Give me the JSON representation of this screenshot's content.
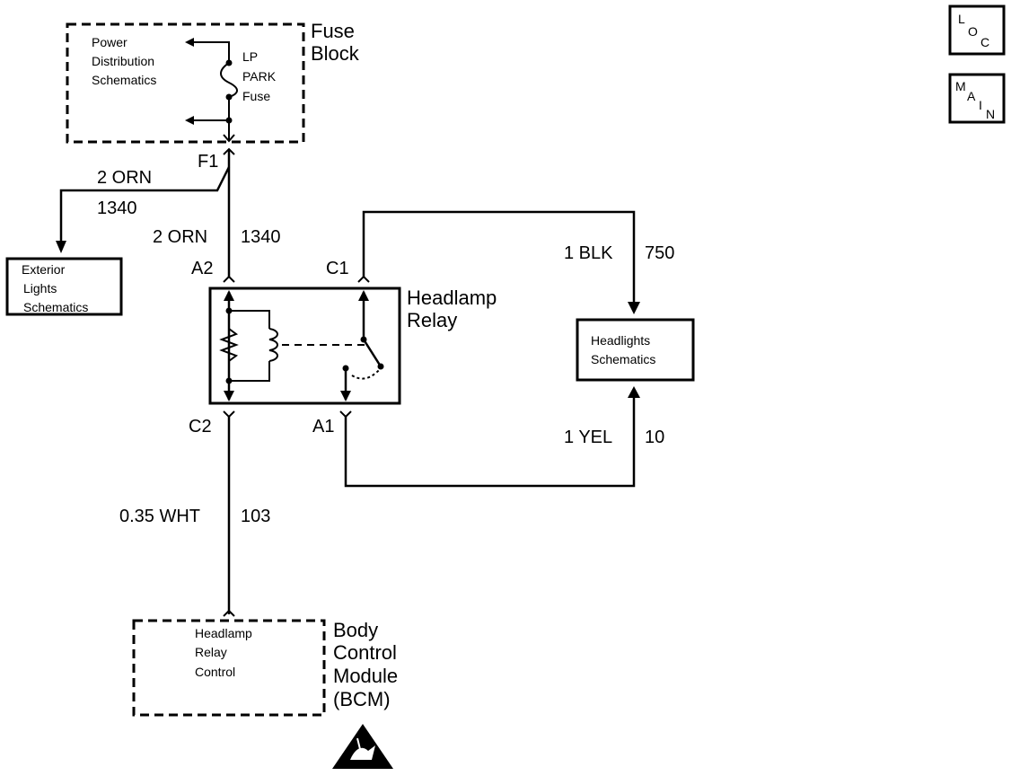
{
  "fuse_block": {
    "title_line1": "Fuse",
    "title_line2": "Block",
    "pds_line1": "Power",
    "pds_line2": "Distribution",
    "pds_line3": "Schematics",
    "fuse_line1": "LP",
    "fuse_line2": "PARK",
    "fuse_line3": "Fuse"
  },
  "connectors": {
    "f1": "F1",
    "a2": "A2",
    "c1": "C1",
    "c2": "C2",
    "a1": "A1"
  },
  "wires": {
    "branch_gauge": "2 ORN",
    "branch_circuit": "1340",
    "main_gauge": "2 ORN",
    "main_circuit": "1340",
    "blk_gauge": "1 BLK",
    "blk_circuit": "750",
    "yel_gauge": "1 YEL",
    "yel_circuit": "10",
    "wht_gauge": "0.35 WHT",
    "wht_circuit": "103"
  },
  "exterior_lights": {
    "line1": "Exterior",
    "line2": "Lights",
    "line3": "Schematics"
  },
  "relay": {
    "title_line1": "Headlamp",
    "title_line2": "Relay"
  },
  "headlights": {
    "line1": "Headlights",
    "line2": "Schematics"
  },
  "bcm": {
    "inner_line1": "Headlamp",
    "inner_line2": "Relay",
    "inner_line3": "Control",
    "title_line1": "Body",
    "title_line2": "Control",
    "title_line3": "Module",
    "title_line4": "(BCM)"
  },
  "nav_buttons": {
    "loc_l": "L",
    "loc_o": "O",
    "loc_c": "C",
    "main_m": "M",
    "main_a": "A",
    "main_i": "I",
    "main_n": "N"
  }
}
